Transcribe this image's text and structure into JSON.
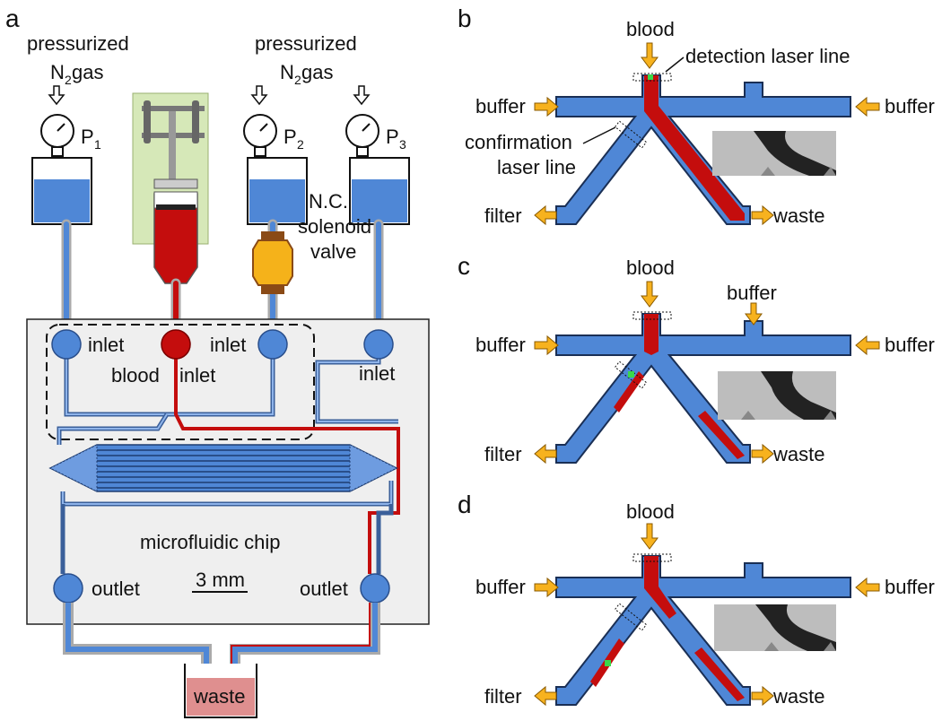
{
  "panels": {
    "a": "a",
    "b": "b",
    "c": "c",
    "d": "d"
  },
  "panel_a": {
    "gas1_line1": "pressurized",
    "gas1_line2": "N",
    "gas1_sub": "2",
    "gas1_line3": " gas",
    "gas2_line1": "pressurized",
    "gas2_line2": "N",
    "gas2_sub": "2",
    "gas2_line3": " gas",
    "p1": "P",
    "p1_sub": "1",
    "p2": "P",
    "p2_sub": "2",
    "p3": "P",
    "p3_sub": "3",
    "valve_line1": "N.C.",
    "valve_line2": "solenoid",
    "valve_line3": "valve",
    "inlet1": "inlet",
    "inlet2": "inlet",
    "inlet3": "inlet",
    "blood_inlet_1": "blood",
    "blood_inlet_2": "inlet",
    "chip_label": "microfluidic chip",
    "scale_bar": "3 mm",
    "outlet1": "outlet",
    "outlet2": "outlet",
    "waste": "waste"
  },
  "panel_b": {
    "blood": "blood",
    "detection": "detection laser line",
    "confirmation_1": "confirmation",
    "confirmation_2": "laser line",
    "buffer_left": "buffer",
    "buffer_right": "buffer",
    "filter": "filter",
    "waste": "waste"
  },
  "panel_c": {
    "blood": "blood",
    "buffer_top": "buffer",
    "buffer_left": "buffer",
    "buffer_right": "buffer",
    "filter": "filter",
    "waste": "waste"
  },
  "panel_d": {
    "blood": "blood",
    "buffer_left": "buffer",
    "buffer_right": "buffer",
    "filter": "filter",
    "waste": "waste"
  },
  "colors": {
    "channel_blue": "#4f87d6",
    "blood_red": "#c40d0d",
    "arrow_yellow": "#f7b21e",
    "chip_gray": "#efefef",
    "syringe_green": "#d6e8b8",
    "waste_pink": "#df8f8f",
    "valve_orange": "#f5b21a",
    "laser_green": "#39d84a"
  }
}
